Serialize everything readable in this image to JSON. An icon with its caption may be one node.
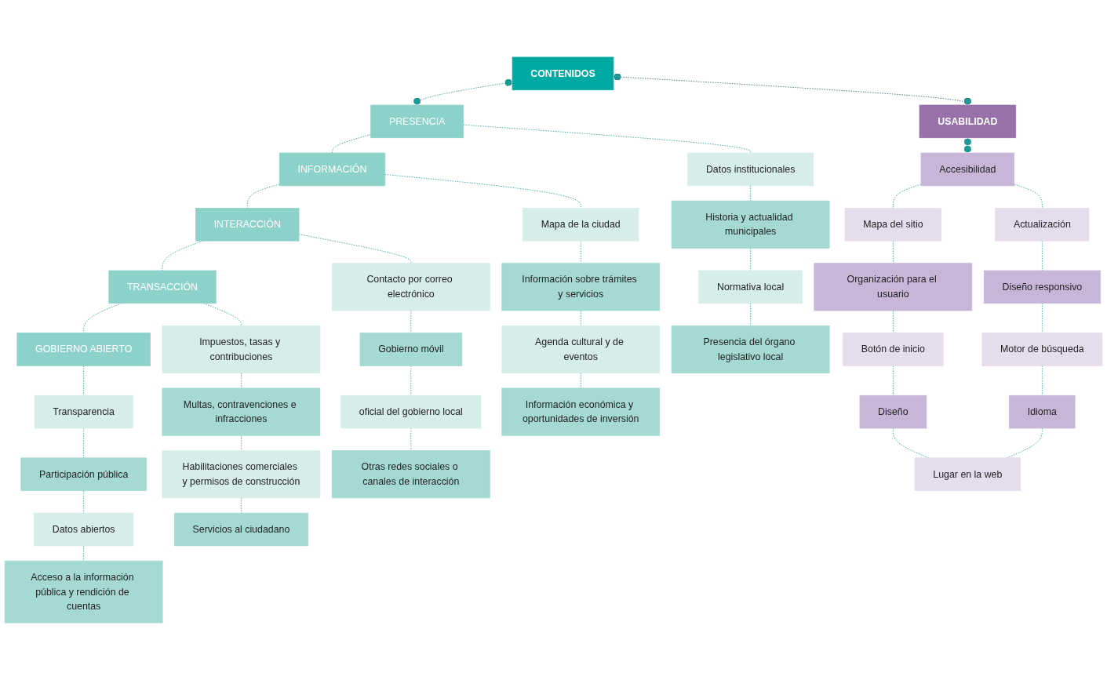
{
  "diagram": {
    "nodes": [
      {
        "text": [
          "CONTENIDOS"
        ]
      },
      {
        "text": [
          "PRESENCIA"
        ]
      },
      {
        "text": [
          "INFORMACIÓN"
        ]
      },
      {
        "text": [
          "INTERACCIÓN"
        ]
      },
      {
        "text": [
          "TRANSACCIÓN"
        ]
      },
      {
        "text": [
          "GOBIERNO ABIERTO"
        ]
      },
      {
        "text": [
          "Datos institucionales"
        ]
      },
      {
        "text": [
          "Mapa de la ciudad"
        ]
      },
      {
        "text": [
          "Contacto por correo electrónico"
        ]
      },
      {
        "text": [
          "Impuestos, tasas y contribuciones"
        ]
      },
      {
        "text": [
          "Transparencia"
        ]
      },
      {
        "text": [
          "Historia y actualidad municipales"
        ]
      },
      {
        "text": [
          "Información sobre trámites y servicios"
        ]
      },
      {
        "text": [
          "Gobierno móvil"
        ]
      },
      {
        "text": [
          "Multas, contravenciones e infracciones"
        ]
      },
      {
        "text": [
          "Participación pública"
        ]
      },
      {
        "text": [
          "Normativa local"
        ]
      },
      {
        "text": [
          "Agenda cultural y de eventos"
        ]
      },
      {
        "text": [
          "oficial del gobierno local"
        ]
      },
      {
        "text": [
          "Habilitaciones comerciales y permisos de construcción"
        ]
      },
      {
        "text": [
          "Datos abiertos"
        ]
      },
      {
        "text": [
          "Presencia del órgano legislativo local"
        ]
      },
      {
        "text": [
          "Información económica y oportunidades de inversión"
        ]
      },
      {
        "text": [
          "Otras redes sociales o canales de interacción"
        ]
      },
      {
        "text": [
          "Servicios al ciudadano"
        ]
      },
      {
        "text": [
          "Acceso a la información pública y rendición de cuentas"
        ]
      },
      {
        "text": [
          "USABILIDAD"
        ]
      },
      {
        "text": [
          "Accesibilidad"
        ]
      },
      {
        "text": [
          "Actualización"
        ]
      },
      {
        "text": [
          "Diseño responsivo"
        ]
      },
      {
        "text": [
          "Motor de búsqueda"
        ]
      },
      {
        "text": [
          "Idioma"
        ]
      },
      {
        "text": [
          "Mapa del sitio"
        ]
      },
      {
        "text": [
          "Organización para el usuario"
        ]
      },
      {
        "text": [
          "Botón de inicio"
        ]
      },
      {
        "text": [
          "Diseño"
        ]
      },
      {
        "text": [
          "Lugar en la web"
        ]
      }
    ],
    "edges": [
      {
        "from": 0,
        "to": 1,
        "arrow": "other",
        "style": "dashed"
      },
      {
        "from": 0,
        "to": 26,
        "arrow": "other",
        "style": "dashed",
        "color": "#285a6b"
      },
      {
        "from": 1,
        "to": 2,
        "arrow": "none",
        "style": "dashed"
      },
      {
        "from": 2,
        "to": 3,
        "arrow": "none",
        "style": "dashed"
      },
      {
        "from": 3,
        "to": 4,
        "arrow": "none",
        "style": "dashed"
      },
      {
        "from": 4,
        "to": 5,
        "arrow": "none",
        "style": "dashed"
      },
      {
        "from": 1,
        "to": 6,
        "arrow": "none",
        "style": "dashed"
      },
      {
        "from": 6,
        "to": 11,
        "arrow": "none",
        "style": "dashed"
      },
      {
        "from": 11,
        "to": 16,
        "arrow": "none",
        "style": "dashed"
      },
      {
        "from": 16,
        "to": 21,
        "arrow": "none",
        "style": "dashed"
      },
      {
        "from": 2,
        "to": 7,
        "arrow": "none",
        "style": "dashed"
      },
      {
        "from": 7,
        "to": 12,
        "arrow": "none",
        "style": "dashed"
      },
      {
        "from": 12,
        "to": 17,
        "arrow": "none",
        "style": "dashed"
      },
      {
        "from": 17,
        "to": 22,
        "arrow": "none",
        "style": "dashed"
      },
      {
        "from": 3,
        "to": 8,
        "arrow": "none",
        "style": "dashed"
      },
      {
        "from": 8,
        "to": 13,
        "arrow": "none",
        "style": "dashed"
      },
      {
        "from": 13,
        "to": 18,
        "arrow": "none",
        "style": "dashed"
      },
      {
        "from": 18,
        "to": 23,
        "arrow": "none",
        "style": "dashed"
      },
      {
        "from": 4,
        "to": 9,
        "arrow": "none",
        "style": "dashed"
      },
      {
        "from": 9,
        "to": 14,
        "arrow": "none",
        "style": "dashed"
      },
      {
        "from": 14,
        "to": 19,
        "arrow": "none",
        "style": "dashed"
      },
      {
        "from": 19,
        "to": 24,
        "arrow": "none",
        "style": "dashed"
      },
      {
        "from": 5,
        "to": 10,
        "arrow": "none",
        "style": "dashed"
      },
      {
        "from": 10,
        "to": 15,
        "arrow": "none",
        "style": "dashed"
      },
      {
        "from": 15,
        "to": 20,
        "arrow": "none",
        "style": "dashed"
      },
      {
        "from": 20,
        "to": 25,
        "arrow": "none",
        "style": "dashed"
      },
      {
        "from": 26,
        "to": 27,
        "arrow": "other",
        "style": "dashed"
      },
      {
        "from": 27,
        "to": 28,
        "arrow": "none",
        "style": "dashed"
      },
      {
        "from": 28,
        "to": 29,
        "arrow": "none",
        "style": "dashed"
      },
      {
        "from": 29,
        "to": 30,
        "arrow": "none",
        "style": "dashed"
      },
      {
        "from": 30,
        "to": 31,
        "arrow": "none",
        "style": "dashed"
      },
      {
        "from": 27,
        "to": 32,
        "arrow": "none",
        "style": "dashed"
      },
      {
        "from": 32,
        "to": 33,
        "arrow": "none",
        "style": "dashed"
      },
      {
        "from": 33,
        "to": 34,
        "arrow": "none",
        "style": "dashed"
      },
      {
        "from": 34,
        "to": 35,
        "arrow": "none",
        "style": "dashed"
      },
      {
        "from": 35,
        "to": 36,
        "arrow": "none",
        "style": "dashed"
      },
      {
        "from": 31,
        "to": 36,
        "arrow": "none",
        "style": "dashed"
      }
    ]
  }
}
